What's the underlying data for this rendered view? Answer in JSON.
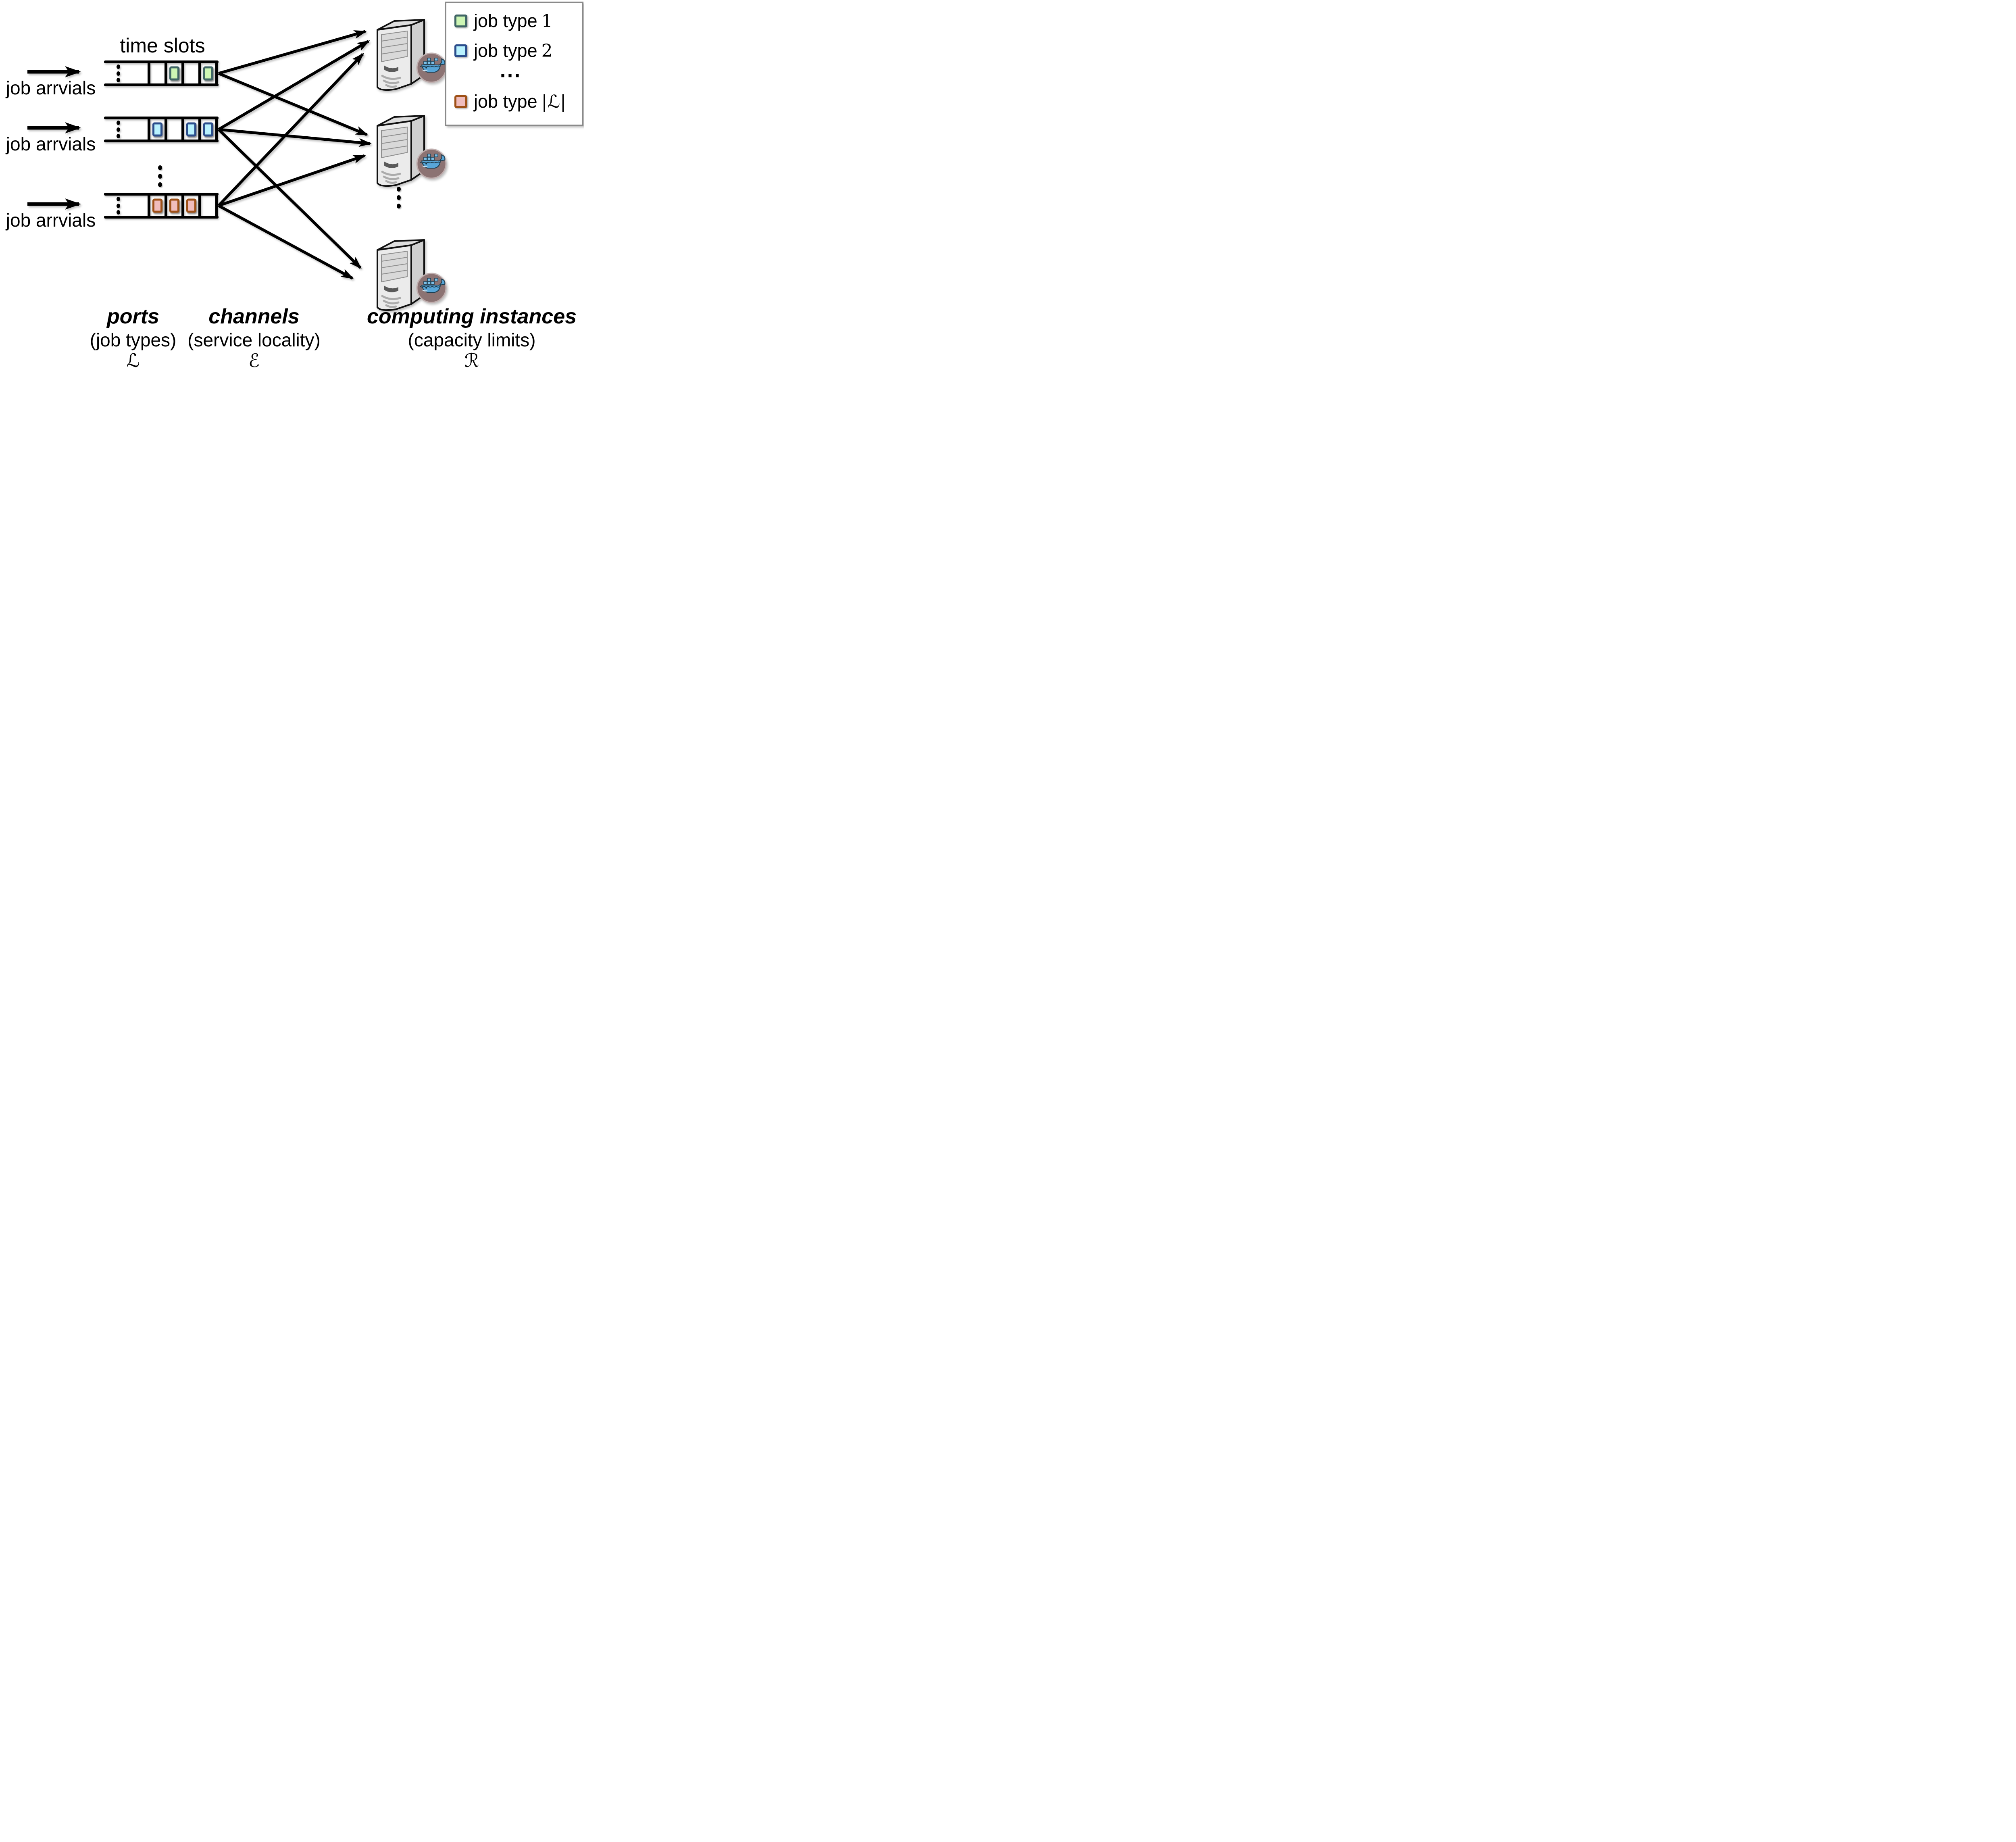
{
  "header": {
    "time_slots_label": "time slots"
  },
  "arrivals": {
    "label": "job arrvials"
  },
  "job_colors": {
    "green": {
      "fill": "#cdf6b4",
      "border": "#3f6565"
    },
    "cyan": {
      "fill": "#b9f2fe",
      "border": "#2b4d8c"
    },
    "pink": {
      "fill": "#f0bdbd",
      "border": "#9e5016"
    }
  },
  "queues": [
    {
      "name": "port-1",
      "slots": [
        null,
        "green",
        null,
        "green"
      ]
    },
    {
      "name": "port-2",
      "slots": [
        "cyan",
        null,
        "cyan",
        "cyan"
      ]
    },
    {
      "name": "port-3",
      "slots": [
        "pink",
        "pink",
        "pink",
        null
      ]
    }
  ],
  "servers": [
    {
      "name": "computing-instance-1"
    },
    {
      "name": "computing-instance-2"
    },
    {
      "name": "computing-instance-3"
    }
  ],
  "channels": {
    "edges": [
      [
        0,
        0
      ],
      [
        0,
        1
      ],
      [
        1,
        0
      ],
      [
        1,
        1
      ],
      [
        1,
        2
      ],
      [
        2,
        0
      ],
      [
        2,
        1
      ],
      [
        2,
        2
      ]
    ]
  },
  "legend": {
    "items": [
      {
        "color": "green",
        "label": "job type",
        "symbol": "1"
      },
      {
        "color": "cyan",
        "label": "job type",
        "symbol": "2"
      },
      {
        "color": "pink",
        "label": "job type",
        "symbol": "|ℒ|"
      }
    ],
    "ellipsis": "⋯"
  },
  "footer": {
    "columns": [
      {
        "title": "ports",
        "subtitle": "(job types)",
        "symbol": "ℒ"
      },
      {
        "title": "channels",
        "subtitle": "(service locality)",
        "symbol": "ℰ"
      },
      {
        "title": "computing instances",
        "subtitle": "(capacity limits)",
        "symbol": "ℛ"
      }
    ]
  }
}
